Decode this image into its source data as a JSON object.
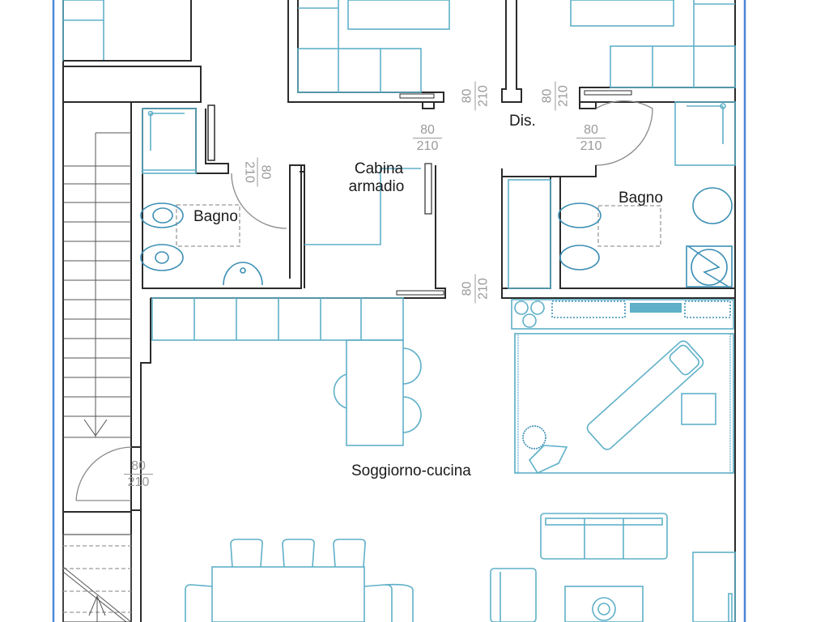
{
  "plan": {
    "rooms": [
      {
        "id": "cabina",
        "label_line1": "Cabina",
        "label_line2": "armadio"
      },
      {
        "id": "dis",
        "label": "Dis."
      },
      {
        "id": "bagno_left",
        "label": "Bagno"
      },
      {
        "id": "bagno_right",
        "label": "Bagno"
      },
      {
        "id": "soggiorno",
        "label": "Soggiorno-cucina"
      }
    ],
    "doors": [
      {
        "id": "d1",
        "width": "80",
        "height": "210",
        "orientation": "vertical"
      },
      {
        "id": "d2",
        "width": "80",
        "height": "210",
        "orientation": "vertical"
      },
      {
        "id": "d3",
        "width": "80",
        "height": "210",
        "orientation": "horizontal"
      },
      {
        "id": "d4",
        "width": "80",
        "height": "210",
        "orientation": "horizontal"
      },
      {
        "id": "d5",
        "width": "80",
        "height": "210",
        "orientation": "vertical"
      },
      {
        "id": "d6",
        "width": "80",
        "height": "210",
        "orientation": "vertical"
      },
      {
        "id": "d7",
        "width": "80",
        "height": "210",
        "orientation": "horizontal"
      }
    ],
    "colors": {
      "walls": "#2b2b2b",
      "furniture": "#5fb0c8",
      "dimensions": "#9a9a9a",
      "frame": "#4a86d8"
    }
  }
}
